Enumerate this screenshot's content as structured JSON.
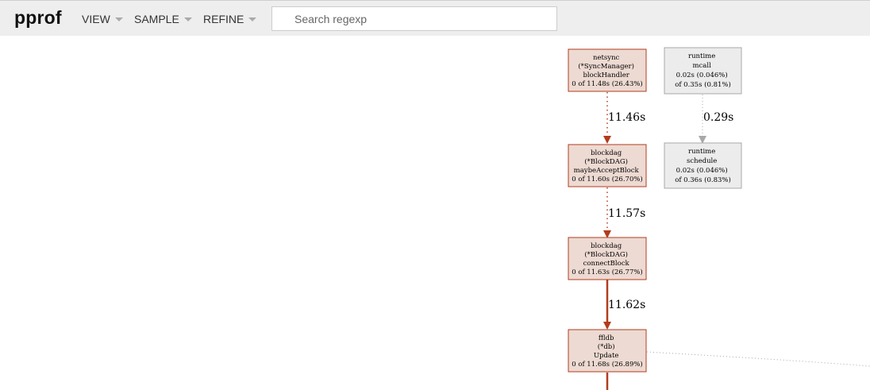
{
  "header": {
    "title": "pprof",
    "menus": [
      {
        "label": "VIEW"
      },
      {
        "label": "SAMPLE"
      },
      {
        "label": "REFINE"
      }
    ],
    "search": {
      "placeholder": "Search regexp",
      "value": ""
    }
  },
  "graph": {
    "colors": {
      "hot_fill": "#eddad2",
      "hot_stroke": "#b23c1d",
      "cold_fill": "#ececec",
      "cold_stroke": "#a8a8a8"
    },
    "nodes": [
      {
        "id": "blockhandler",
        "lines": [
          "netsync",
          "(*SyncManager)",
          "blockHandler",
          "0 of 11.48s (26.43%)"
        ]
      },
      {
        "id": "mcall",
        "lines": [
          "runtime",
          "mcall",
          "0.02s (0.046%)",
          "of 0.35s (0.81%)"
        ]
      },
      {
        "id": "maybeacceptblock",
        "lines": [
          "blockdag",
          "(*BlockDAG)",
          "maybeAcceptBlock",
          "0 of 11.60s (26.70%)"
        ]
      },
      {
        "id": "schedule",
        "lines": [
          "runtime",
          "schedule",
          "0.02s (0.046%)",
          "of 0.36s (0.83%)"
        ]
      },
      {
        "id": "connectblock",
        "lines": [
          "blockdag",
          "(*BlockDAG)",
          "connectBlock",
          "0 of 11.63s (26.77%)"
        ]
      },
      {
        "id": "update",
        "lines": [
          "ffldb",
          "(*db)",
          "Update",
          "0 of 11.68s (26.89%)"
        ]
      }
    ],
    "edges": [
      {
        "id": "e1",
        "label": "11.46s"
      },
      {
        "id": "e2",
        "label": "0.29s"
      },
      {
        "id": "e3",
        "label": "11.57s"
      },
      {
        "id": "e4",
        "label": "11.62s"
      }
    ]
  }
}
